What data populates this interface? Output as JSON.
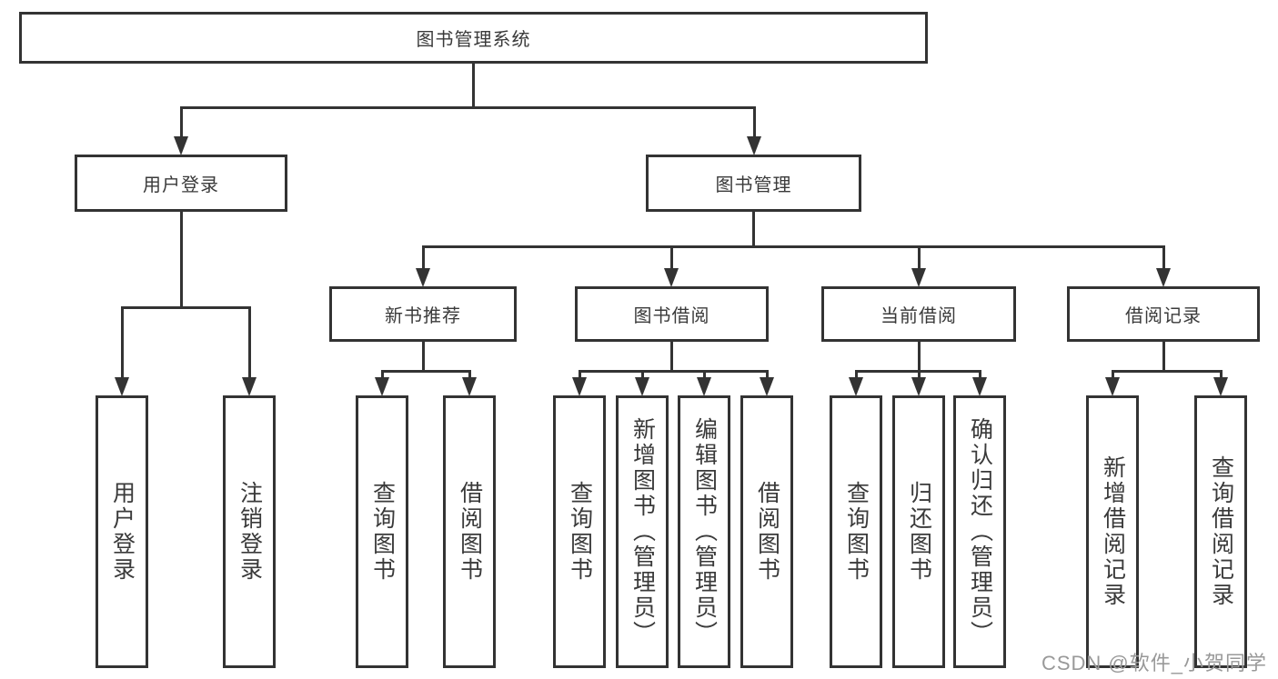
{
  "tree": {
    "root": "图书管理系统",
    "branches": [
      {
        "label": "用户登录",
        "children": [
          "用户登录",
          "注销登录"
        ]
      },
      {
        "label": "图书管理",
        "sections": [
          {
            "label": "新书推荐",
            "children": [
              "查询图书",
              "借阅图书"
            ]
          },
          {
            "label": "图书借阅",
            "children": [
              "查询图书",
              "新增图书（管理员）",
              "编辑图书（管理员）",
              "借阅图书"
            ]
          },
          {
            "label": "当前借阅",
            "children": [
              "查询图书",
              "归还图书",
              "确认归还（管理员）"
            ]
          },
          {
            "label": "借阅记录",
            "children": [
              "新增借阅记录",
              "查询借阅记录"
            ]
          }
        ]
      }
    ]
  },
  "watermark": "CSDN @软件_小贺同学",
  "colors": {
    "line": "#333333",
    "text": "#3a3a3a",
    "watermark": "#999999",
    "background": "#ffffff"
  }
}
